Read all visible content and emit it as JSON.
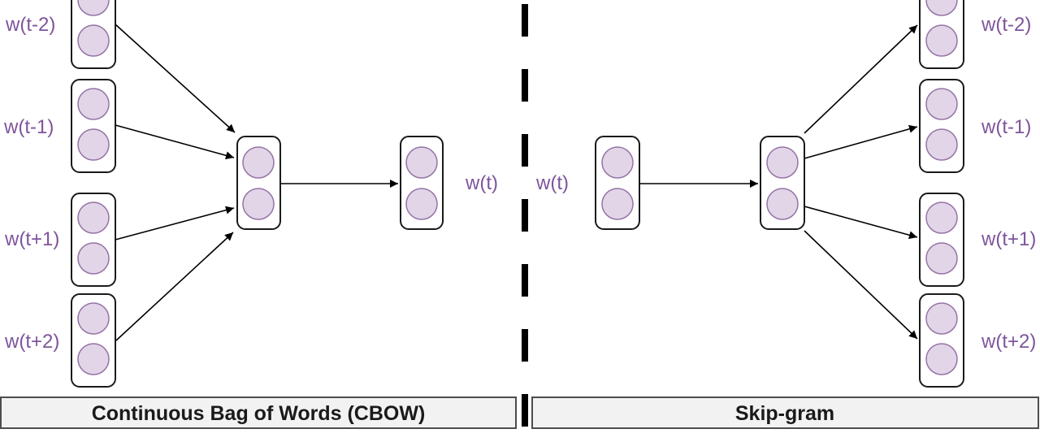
{
  "cbow": {
    "title": "Continuous Bag of Words (CBOW)",
    "context_labels": [
      "w(t-2)",
      "w(t-1)",
      "w(t+1)",
      "w(t+2)"
    ],
    "center_label": "w(t)"
  },
  "skipgram": {
    "title": "Skip-gram",
    "center_label": "w(t)",
    "context_labels": [
      "w(t-2)",
      "w(t-1)",
      "w(t+1)",
      "w(t+2)"
    ]
  },
  "colors": {
    "background": "#ffffff",
    "box_fill": "#ffffff",
    "box_stroke": "#1a1a1a",
    "node_fill": "#e1d5e7",
    "node_stroke": "#9673a6",
    "label_color": "#7e559c",
    "arrow_color": "#000000",
    "bar_fill": "#f2f2f2",
    "bar_stroke": "#4d4d4d",
    "bar_text_color": "#1a1a1a"
  }
}
